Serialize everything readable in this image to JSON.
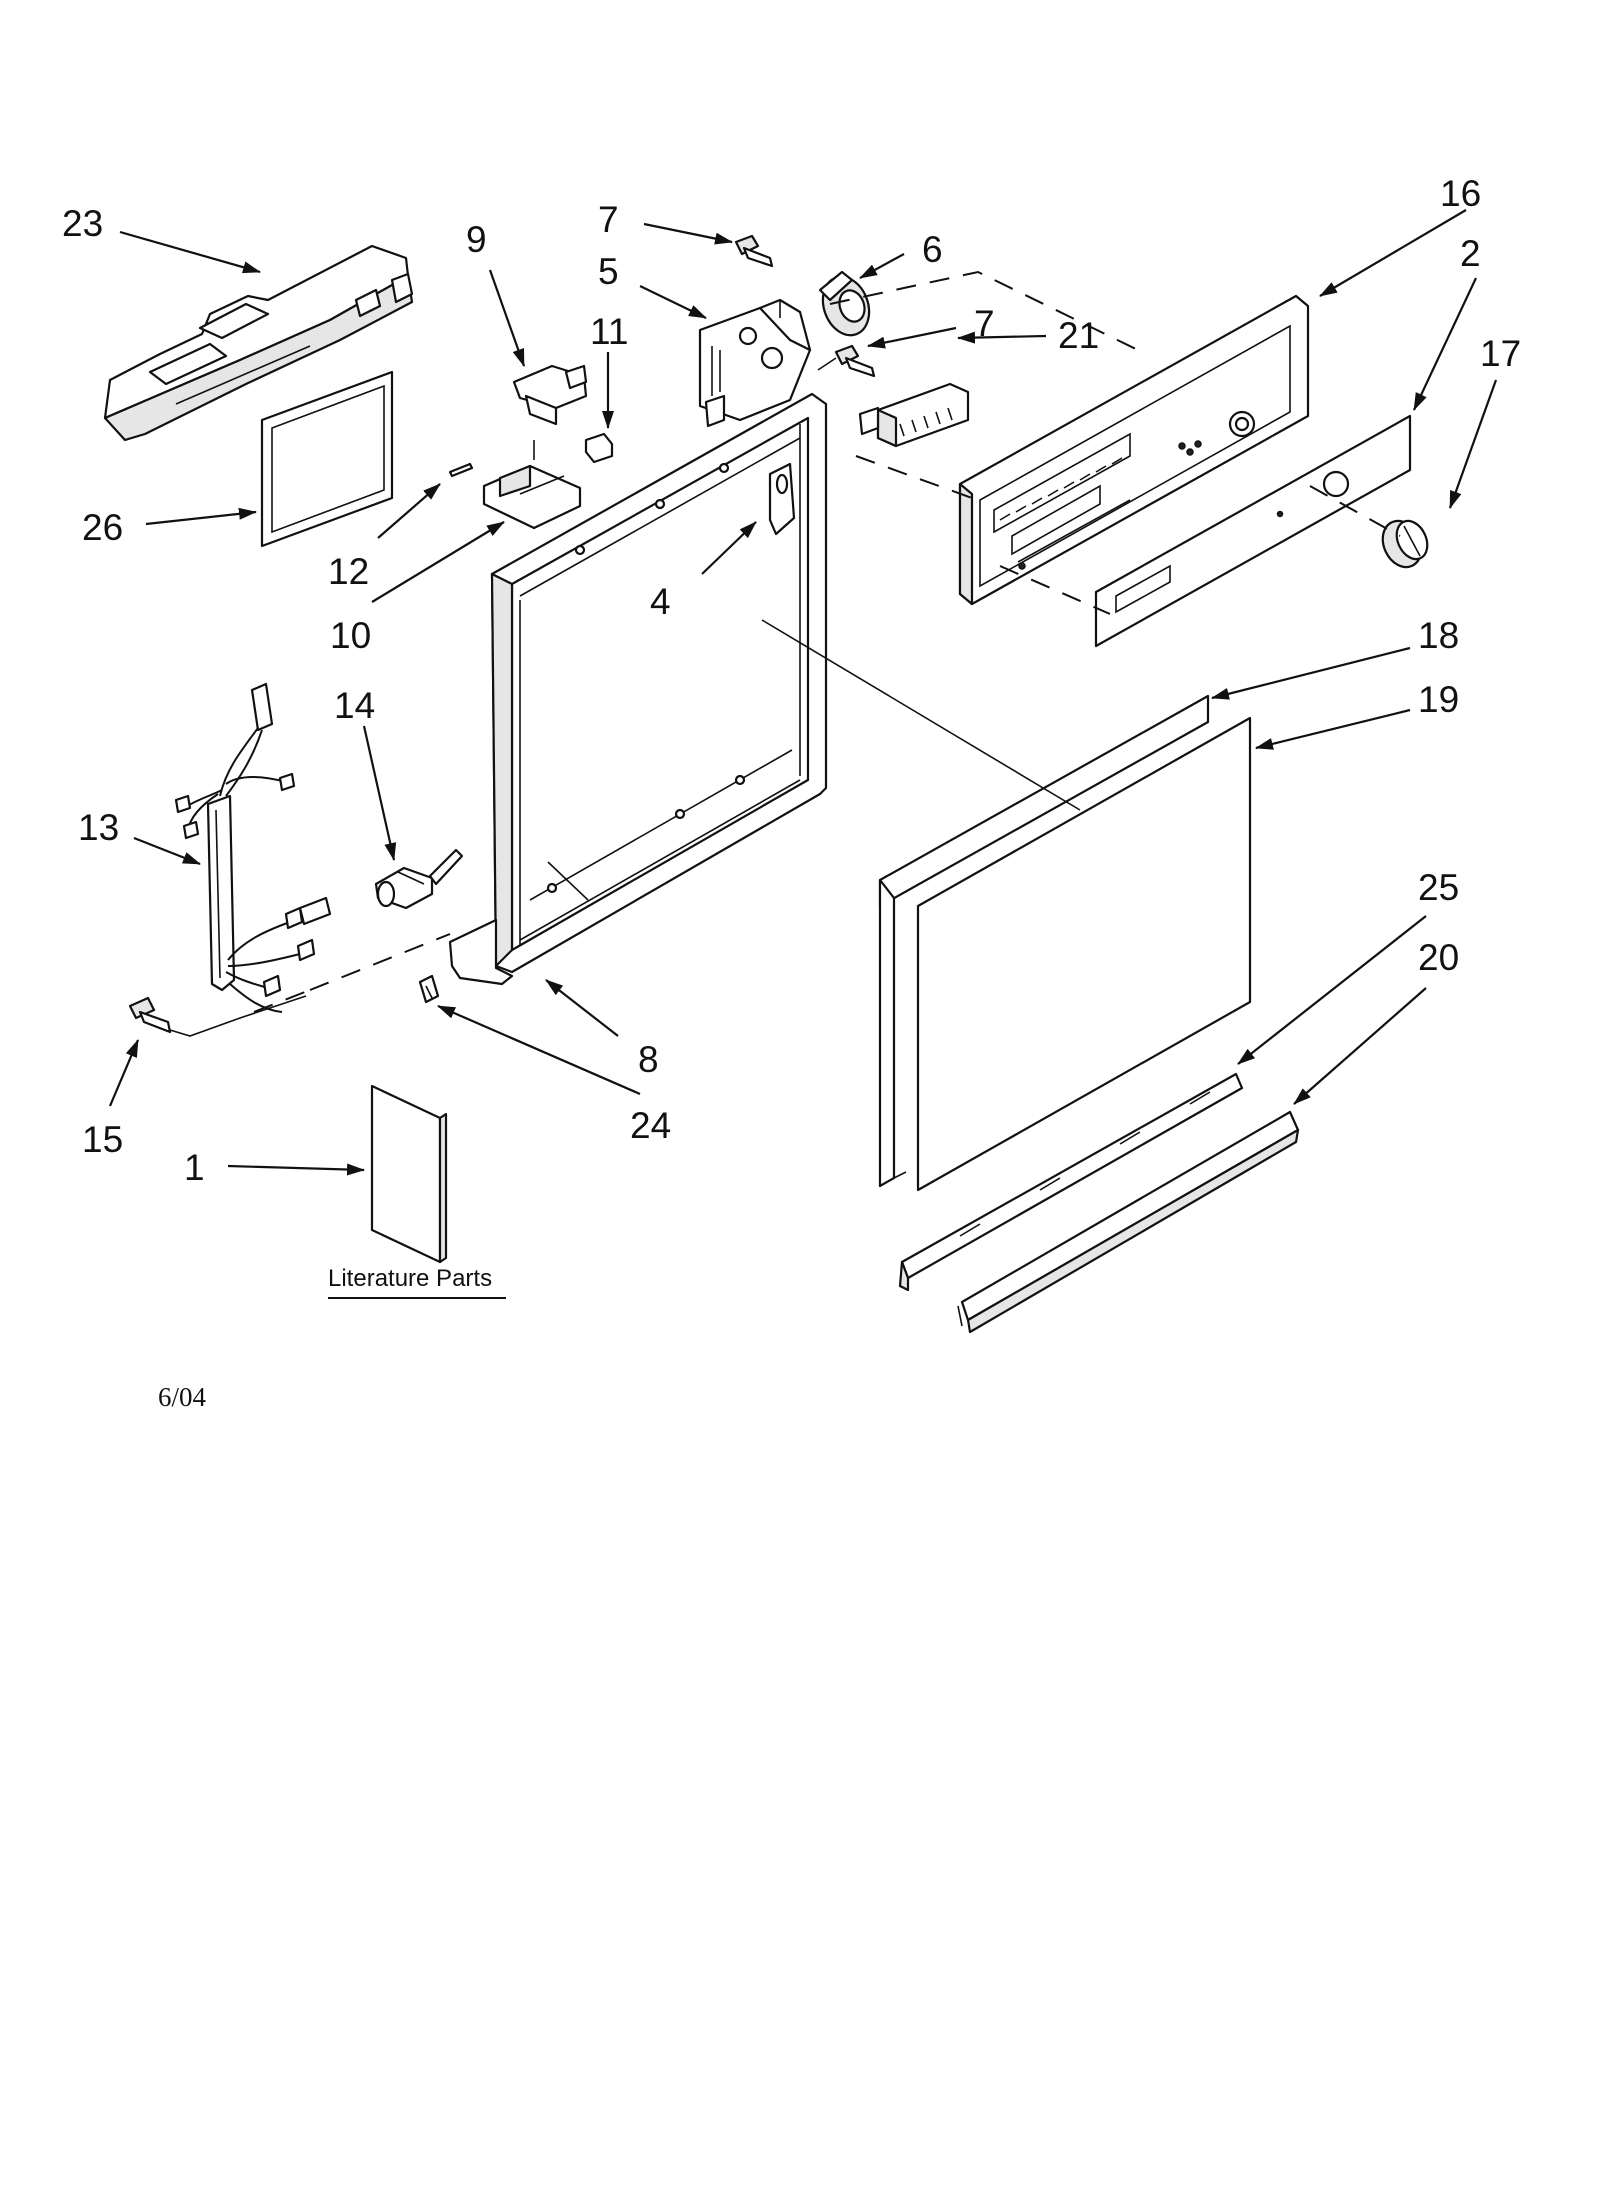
{
  "callouts": {
    "c1": "1",
    "c2": "2",
    "c4": "4",
    "c5": "5",
    "c6": "6",
    "c7a": "7",
    "c7b": "7",
    "c8": "8",
    "c9": "9",
    "c10": "10",
    "c11": "11",
    "c12": "12",
    "c13": "13",
    "c14": "14",
    "c15": "15",
    "c16": "16",
    "c17": "17",
    "c18": "18",
    "c19": "19",
    "c20": "20",
    "c21": "21",
    "c23": "23",
    "c24": "24",
    "c25": "25",
    "c26": "26"
  },
  "literature_label": "Literature Parts",
  "date_code": "6/04",
  "icons": {
    "arrow": "arrowhead-icon"
  }
}
